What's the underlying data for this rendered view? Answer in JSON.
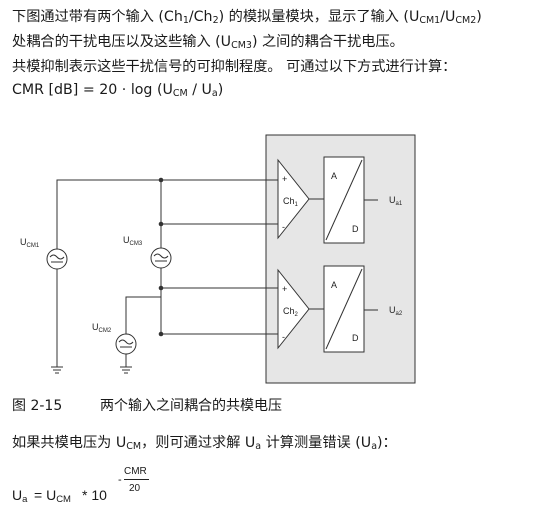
{
  "para1": {
    "l1_a": "下图通过带有两个输入 (Ch",
    "l1_s1": "1",
    "l1_b": "/Ch",
    "l1_s2": "2",
    "l1_c": ") 的模拟量模块，显示了输入 (U",
    "l1_s3": "CM1",
    "l1_d": "/U",
    "l1_s4": "CM2",
    "l1_e": ")",
    "l2_a": "处耦合的干扰电压以及这些输入 (U",
    "l2_s1": "CM3",
    "l2_b": ") 之间的耦合干扰电压。",
    "l3": "共模抑制表示这些干扰信号的可抑制程度。 可通过以下方式进行计算：",
    "l4_a": "CMR [dB] = 20 · log (U",
    "l4_s1": "CM",
    "l4_b": " / U",
    "l4_s2": "a",
    "l4_c": ")"
  },
  "diagram": {
    "sources": [
      {
        "main": "U",
        "sub": "CM1"
      },
      {
        "main": "U",
        "sub": "CM3"
      },
      {
        "main": "U",
        "sub": "CM2"
      }
    ],
    "channels": [
      {
        "main": "Ch",
        "sub": "1",
        "out_main": "U",
        "out_sub": "a1"
      },
      {
        "main": "Ch",
        "sub": "2",
        "out_main": "U",
        "out_sub": "a2"
      }
    ],
    "converter_top": "A",
    "converter_bottom": "D",
    "plus": "+",
    "minus": "-",
    "colors": {
      "module_fill": "#e6e6e6",
      "line": "#333333"
    }
  },
  "figure": {
    "number": "图 2-15",
    "caption": "两个输入之间耦合的共模电压"
  },
  "para2": {
    "a": "如果共模电压为 U",
    "s1": "CM",
    "b": "，则可通过求解 U",
    "s2": "a",
    "c": " 计算测量错误 (U",
    "s3": "a",
    "d": ")："
  },
  "formula": {
    "lhs": "U",
    "lhs_sub": "a",
    "eq": "= U",
    "cm_sub": "CM",
    "times": "* 10",
    "exp_sign": "-",
    "exp_num": "CMR",
    "exp_den": "20"
  }
}
